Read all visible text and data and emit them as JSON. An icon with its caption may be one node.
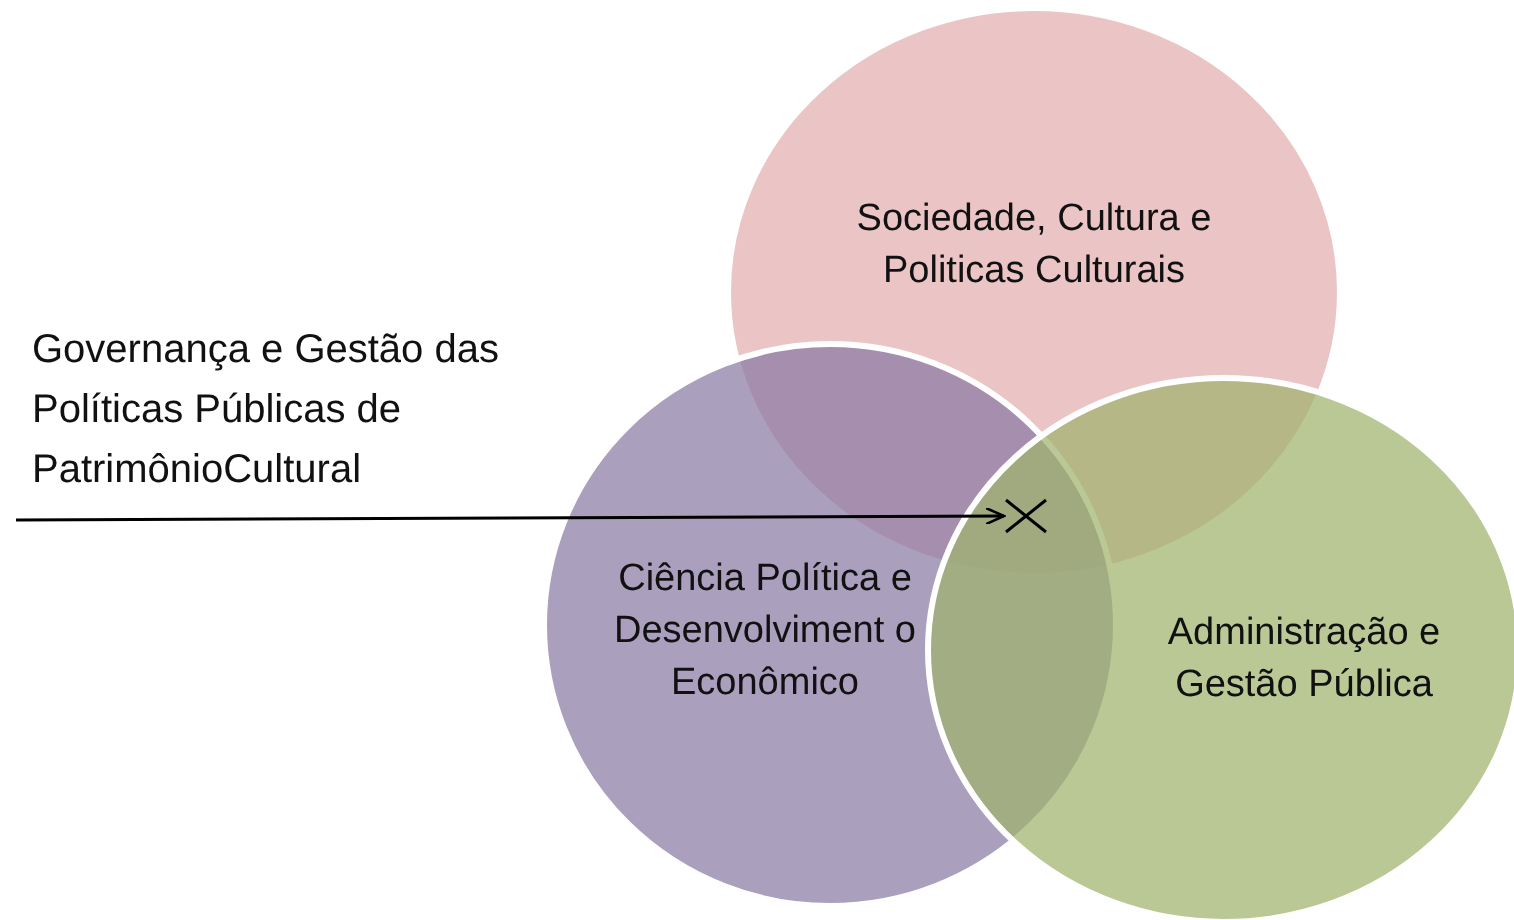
{
  "diagram": {
    "nodes": [
      {
        "text": [
          "Sociedade, Cultura e Politicas Culturais"
        ]
      },
      {
        "text": [
          "Governança e Gestão das Políticas Públicas de PatrimônioCultural"
        ]
      },
      {
        "text": [
          "Ciência Política e Desenvolviment o Econômico"
        ]
      },
      {
        "text": [
          "Administração e Gestão Pública"
        ]
      },
      {
        "text": [],
        "shape": "cross"
      }
    ],
    "edges": [
      {
        "from": 1,
        "to": 4,
        "arrow": "to"
      }
    ]
  }
}
